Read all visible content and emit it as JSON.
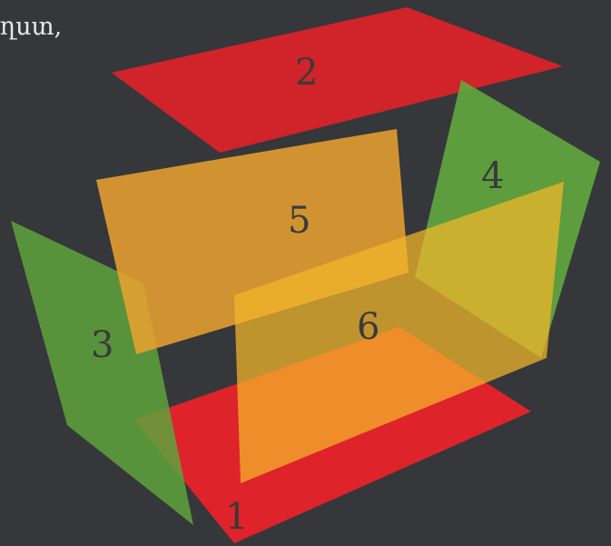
{
  "caption": "ղստ,",
  "colors": {
    "background": "#36373a",
    "red": "#e3232b",
    "green": "#61a83e",
    "orange": "#e8a02e",
    "yellow": "#f2ba2a",
    "label": "#3a3a3a"
  },
  "faces": [
    {
      "label": "1",
      "color": "red"
    },
    {
      "label": "2",
      "color": "red"
    },
    {
      "label": "3",
      "color": "green"
    },
    {
      "label": "4",
      "color": "green"
    },
    {
      "label": "5",
      "color": "orange"
    },
    {
      "label": "6",
      "color": "yellow"
    }
  ]
}
